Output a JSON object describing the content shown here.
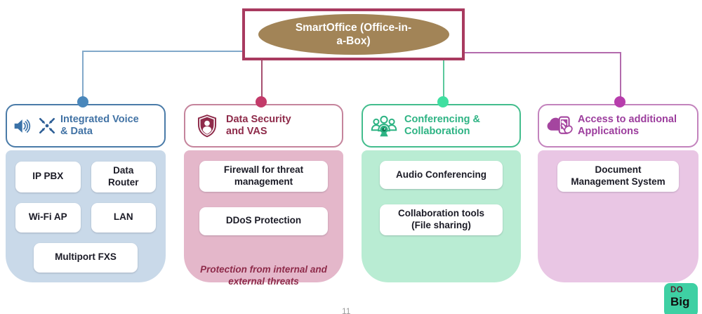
{
  "title": {
    "text": "SmartOffice (Office-in-\na-Box)",
    "border_color": "#a83a5f",
    "ellipse_color": "#a28457"
  },
  "page_number": "11",
  "logo": {
    "line1": "DO",
    "line2": "Big",
    "bg_color": "#3ed0a3"
  },
  "branches": [
    {
      "label": "Integrated Voice\n& Data",
      "icons": [
        "speaker-icon",
        "converge-arrows-icon"
      ],
      "colors": {
        "accent": "#4273a5",
        "border": "#4a7ba8",
        "body_bg": "#c9d9e9",
        "dot": "#4a87bb",
        "line": "#82a9ca"
      },
      "items": [
        "IP PBX",
        "Data\nRouter",
        "Wi-Fi AP",
        "LAN",
        "Multiport FXS"
      ]
    },
    {
      "label": "Data Security\nand VAS",
      "icons": [
        "shield-user-icon"
      ],
      "colors": {
        "accent": "#8e2b4a",
        "border": "#c5849c",
        "body_bg": "#e4b7ca",
        "dot": "#c33a69",
        "line": "#a64f70"
      },
      "items": [
        "Firewall for threat\nmanagement",
        "DDoS Protection"
      ],
      "note": "Protection from internal and\nexternal threats"
    },
    {
      "label": "Conferencing &\nCollaboration",
      "icons": [
        "video-conference-group-icon"
      ],
      "colors": {
        "accent": "#2db383",
        "border": "#43bd8d",
        "body_bg": "#b9ecd3",
        "dot": "#3fdfa0",
        "line": "#5bc99c"
      },
      "items": [
        "Audio Conferencing",
        "Collaboration tools\n(File sharing)"
      ]
    },
    {
      "label": "Access to additional\nApplications",
      "icons": [
        "cloud-mobile-touch-icon"
      ],
      "colors": {
        "accent": "#9c3d9d",
        "border": "#c383bd",
        "body_bg": "#e9c6e4",
        "dot": "#b73dac",
        "line": "#b36bad"
      },
      "items": [
        "Document\nManagement System"
      ]
    }
  ]
}
